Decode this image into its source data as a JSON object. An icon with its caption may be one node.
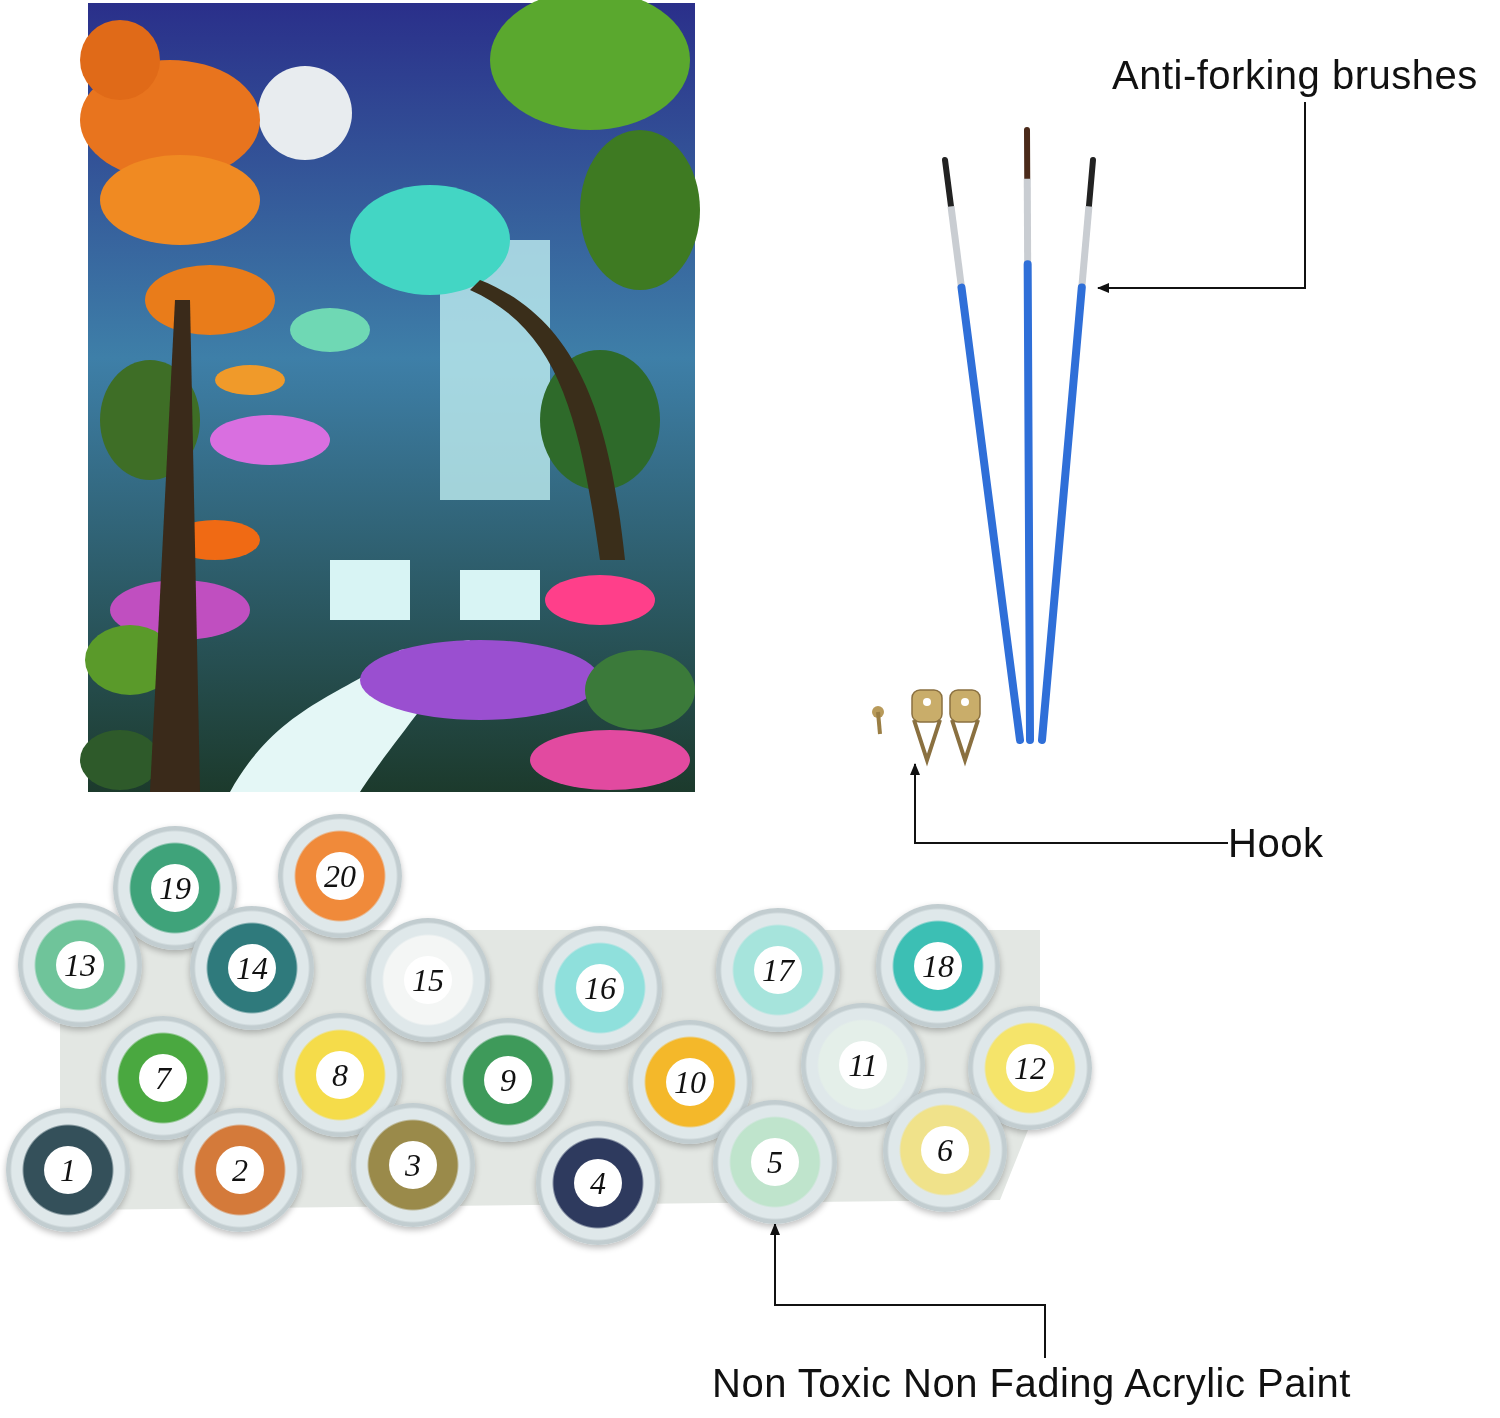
{
  "diagram": {
    "nodes": [
      {
        "text": [
          "Anti-forking brushes"
        ]
      },
      {
        "text": [],
        "shape": "picture"
      },
      {
        "text": [],
        "shape": "picture"
      },
      {
        "text": [
          "Hook"
        ]
      },
      {
        "text": [
          "19"
        ]
      },
      {
        "text": [
          "20"
        ]
      },
      {
        "text": [
          "13"
        ]
      },
      {
        "text": [
          "14"
        ]
      },
      {
        "text": [
          "15"
        ]
      },
      {
        "text": [
          "16"
        ]
      },
      {
        "text": [
          "17"
        ]
      },
      {
        "text": [
          "18"
        ]
      },
      {
        "text": [
          "7"
        ]
      },
      {
        "text": [
          "8"
        ]
      },
      {
        "text": [
          "9"
        ]
      },
      {
        "text": [
          "10"
        ]
      },
      {
        "text": [
          "11"
        ]
      },
      {
        "text": [
          "12"
        ]
      },
      {
        "text": [
          "1"
        ]
      },
      {
        "text": [
          "2"
        ]
      },
      {
        "text": [
          "3"
        ]
      },
      {
        "text": [
          "4"
        ]
      },
      {
        "text": [
          "5"
        ]
      },
      {
        "text": [
          "6"
        ]
      },
      {
        "text": [
          "Non Toxic Non Fading Acrylic Paint"
        ]
      }
    ],
    "edges": [
      {
        "from": 0,
        "to": 1,
        "arrow": "to"
      },
      {
        "from": 3,
        "to": 2,
        "arrow": "to"
      },
      {
        "from": 24,
        "to": 22,
        "arrow": "to"
      }
    ]
  }
}
